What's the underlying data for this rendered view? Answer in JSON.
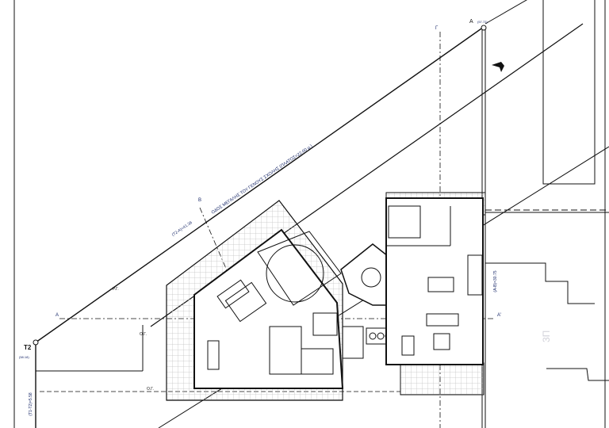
{
  "road": {
    "name": "ΟΔΟΣ ΜΕΓΑΛΗΣ ΤΟΥ ΓΕΝΟΥΣ ΣΧΟΛΗΣ (ΠΛΑΤΟΣ=22.00 μ.)",
    "frontage": "(T2-A)=41.36"
  },
  "points": {
    "t2_label": "T2",
    "t2_elev": "(58.18)",
    "a_label": "A",
    "a_elev": "(57.72)"
  },
  "dimensions": {
    "t1_t2": "(T1-T2)=5.58",
    "a_b": "(A-B)=30.75"
  },
  "section_marks": {
    "a": "A",
    "a_right": "A'",
    "b": "B",
    "gamma": "Γ",
    "setback_1": "Ρ.Γ.",
    "setback_2": "Ο.Γ.",
    "setback_3": "Ο.Γ."
  },
  "watermark": "3Π",
  "colors": {
    "line": "#111111",
    "annotation": "#1a2a6a",
    "hatch": "#bdbdbd"
  }
}
